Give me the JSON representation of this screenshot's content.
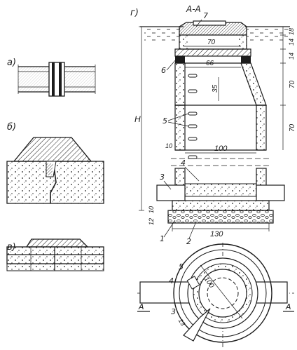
{
  "labels": {
    "fig_a": "а)",
    "fig_b": "б)",
    "fig_v": "в)",
    "fig_g": "г)",
    "section": "А-А",
    "h": "H",
    "section_a_left": "A",
    "section_a_right": "A"
  },
  "dimensions": {
    "d70": "70",
    "d66": "66",
    "d100": "100",
    "d130": "130",
    "d35": "35",
    "d10_side": "10",
    "right_18": "18",
    "right_14a": "14",
    "right_14b": "14",
    "right_70a": "70",
    "right_70b": "70",
    "left_10": "10",
    "left_12": "12",
    "plan_100": "100",
    "plan_13": "13"
  },
  "callouts": {
    "c1": "1",
    "c2": "2",
    "c3": "3",
    "c4": "4",
    "c5": "5",
    "c6": "6",
    "c7": "7",
    "p3": "3",
    "p4": "4",
    "p5": "5"
  }
}
